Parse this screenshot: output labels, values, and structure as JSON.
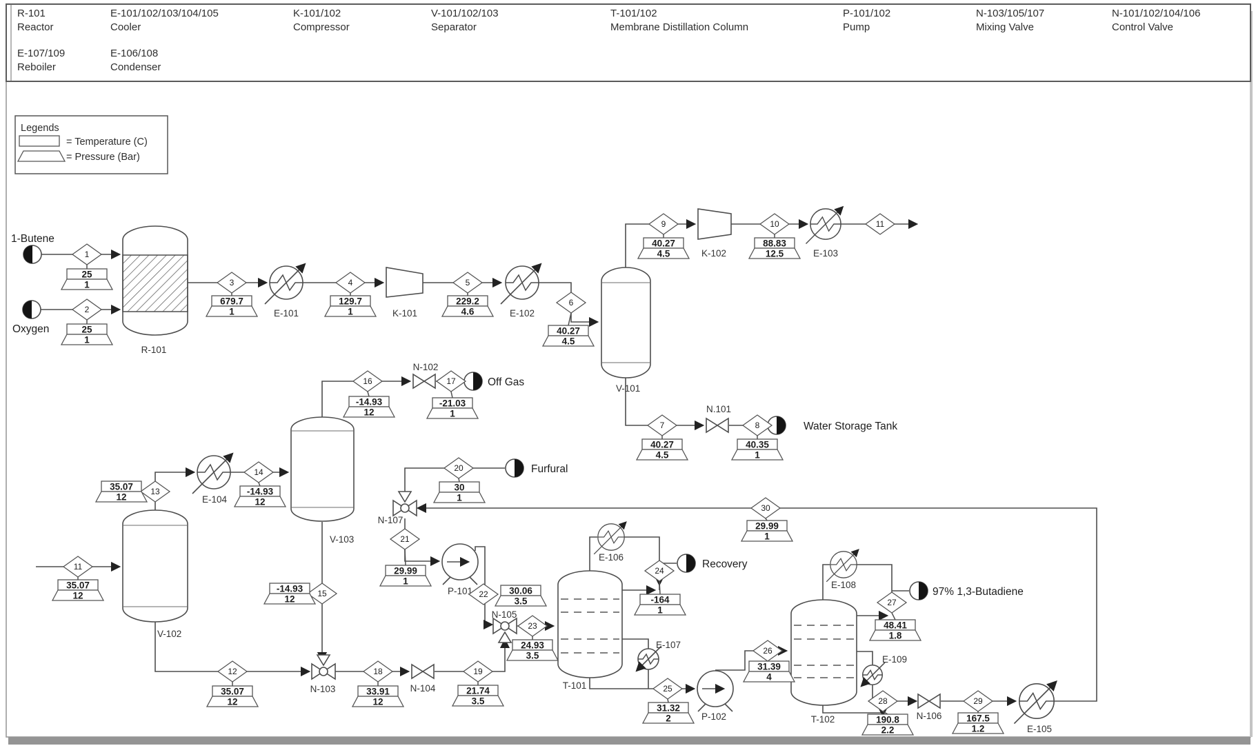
{
  "header": {
    "items": [
      {
        "id": "R-101",
        "name": "Reactor"
      },
      {
        "id": "E-101/102/103/104/105",
        "name": "Cooler"
      },
      {
        "id": "K-101/102",
        "name": "Compressor"
      },
      {
        "id": "V-101/102/103",
        "name": "Separator"
      },
      {
        "id": "T-101/102",
        "name": "Membrane Distillation Column"
      },
      {
        "id": "P-101/102",
        "name": "Pump"
      },
      {
        "id": "N-103/105/107",
        "name": "Mixing Valve"
      },
      {
        "id": "N-101/102/104/106",
        "name": "Control Valve"
      },
      {
        "id": "E-107/109",
        "name": "Reboiler"
      },
      {
        "id": "E-106/108",
        "name": "Condenser"
      }
    ]
  },
  "legend": {
    "title": "Legends",
    "temperature": "= Temperature (C)",
    "pressure": "= Pressure (Bar)"
  },
  "io": {
    "butene": "1-Butene",
    "oxygen": "Oxygen",
    "offGas": "Off Gas",
    "water": "Water Storage Tank",
    "furfural": "Furfural",
    "recovery": "Recovery",
    "butadiene": "97% 1,3-Butadiene"
  },
  "equipment": {
    "R101": "R-101",
    "E101": "E-101",
    "E102": "E-102",
    "E103": "E-103",
    "E104": "E-104",
    "E105": "E-105",
    "E106": "E-106",
    "E107": "E-107",
    "E108": "E-108",
    "E109": "E-109",
    "K101": "K-101",
    "K102": "K-102",
    "V101": "V-101",
    "V102": "V-102",
    "V103": "V-103",
    "T101": "T-101",
    "T102": "T-102",
    "P101": "P-101",
    "P102": "P-102",
    "N101": "N.101",
    "N102": "N-102",
    "N103": "N-103",
    "N104": "N-104",
    "N105": "N-105",
    "N106": "N-106",
    "N107": "N-107"
  },
  "streams": {
    "s1": {
      "n": "1",
      "t": "25",
      "p": "1"
    },
    "s2": {
      "n": "2",
      "t": "25",
      "p": "1"
    },
    "s3": {
      "n": "3",
      "t": "679.7",
      "p": "1"
    },
    "s4": {
      "n": "4",
      "t": "129.7",
      "p": "1"
    },
    "s5": {
      "n": "5",
      "t": "229.2",
      "p": "4.6"
    },
    "s6": {
      "n": "6",
      "t": "40.27",
      "p": "4.5"
    },
    "s7": {
      "n": "7",
      "t": "40.27",
      "p": "4.5"
    },
    "s8": {
      "n": "8",
      "t": "40.35",
      "p": "1"
    },
    "s9": {
      "n": "9",
      "t": "40.27",
      "p": "4.5"
    },
    "s10": {
      "n": "10",
      "t": "88.83",
      "p": "12.5"
    },
    "s11": {
      "n": "11",
      "t": "35.07",
      "p": "12"
    },
    "s12": {
      "n": "12",
      "t": "35.07",
      "p": "12"
    },
    "s13": {
      "n": "13",
      "t": "35.07",
      "p": "12"
    },
    "s14": {
      "n": "14",
      "t": "-14.93",
      "p": "12"
    },
    "s15": {
      "n": "15",
      "t": "-14.93",
      "p": "12"
    },
    "s16": {
      "n": "16",
      "t": "-14.93",
      "p": "12"
    },
    "s17": {
      "n": "17",
      "t": "-21.03",
      "p": "1"
    },
    "s18": {
      "n": "18",
      "t": "33.91",
      "p": "12"
    },
    "s19": {
      "n": "19",
      "t": "21.74",
      "p": "3.5"
    },
    "s20": {
      "n": "20",
      "t": "30",
      "p": "1"
    },
    "s21": {
      "n": "21",
      "t": "29.99",
      "p": "1"
    },
    "s22": {
      "n": "22",
      "t": "30.06",
      "p": "3.5"
    },
    "s23": {
      "n": "23",
      "t": "24.93",
      "p": "3.5"
    },
    "s24": {
      "n": "24",
      "t": "-164",
      "p": "1"
    },
    "s25": {
      "n": "25",
      "t": "31.32",
      "p": "2"
    },
    "s26": {
      "n": "26",
      "t": "31.39",
      "p": "4"
    },
    "s27": {
      "n": "27",
      "t": "48.41",
      "p": "1.8"
    },
    "s28": {
      "n": "28",
      "t": "190.8",
      "p": "2.2"
    },
    "s29": {
      "n": "29",
      "t": "167.5",
      "p": "1.2"
    },
    "s30": {
      "n": "30",
      "t": "29.99",
      "p": "1"
    }
  }
}
